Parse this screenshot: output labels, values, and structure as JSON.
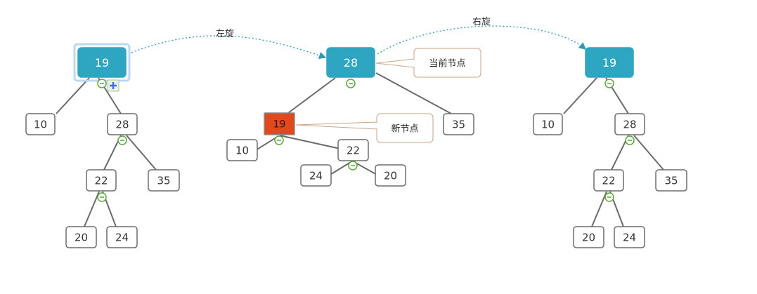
{
  "colors": {
    "root": "#2ea6c2",
    "root_text": "#ffffff",
    "new_node": "#e0491e",
    "node_border": "#6d6d6d",
    "edge": "#6b6b6b",
    "collapse": "#5aa83a",
    "callout_border": "#c8a48a",
    "arrow": "#2d9ab0",
    "selection": "#bcd9ef",
    "plus": "#3d6ee8"
  },
  "arrows": [
    {
      "label": "左旋"
    },
    {
      "label": "右旋"
    }
  ],
  "trees": [
    {
      "nodes": [
        {
          "id": "t1-root",
          "label": "19",
          "style": "root",
          "selected": true
        },
        {
          "id": "t1-10",
          "label": "10",
          "style": "plain"
        },
        {
          "id": "t1-28",
          "label": "28",
          "style": "plain"
        },
        {
          "id": "t1-22",
          "label": "22",
          "style": "plain"
        },
        {
          "id": "t1-35",
          "label": "35",
          "style": "plain"
        },
        {
          "id": "t1-20",
          "label": "20",
          "style": "plain"
        },
        {
          "id": "t1-24",
          "label": "24",
          "style": "plain"
        }
      ]
    },
    {
      "nodes": [
        {
          "id": "t2-root",
          "label": "28",
          "style": "root"
        },
        {
          "id": "t2-19",
          "label": "19",
          "style": "new"
        },
        {
          "id": "t2-35",
          "label": "35",
          "style": "plain"
        },
        {
          "id": "t2-10",
          "label": "10",
          "style": "plain"
        },
        {
          "id": "t2-22",
          "label": "22",
          "style": "plain"
        },
        {
          "id": "t2-24",
          "label": "24",
          "style": "plain"
        },
        {
          "id": "t2-20",
          "label": "20",
          "style": "plain"
        }
      ],
      "callouts": [
        {
          "text": "当前节点"
        },
        {
          "text": "新节点"
        }
      ]
    },
    {
      "nodes": [
        {
          "id": "t3-root",
          "label": "19",
          "style": "root"
        },
        {
          "id": "t3-10",
          "label": "10",
          "style": "plain"
        },
        {
          "id": "t3-28",
          "label": "28",
          "style": "plain"
        },
        {
          "id": "t3-22",
          "label": "22",
          "style": "plain"
        },
        {
          "id": "t3-35",
          "label": "35",
          "style": "plain"
        },
        {
          "id": "t3-20",
          "label": "20",
          "style": "plain"
        },
        {
          "id": "t3-24",
          "label": "24",
          "style": "plain"
        }
      ]
    }
  ]
}
